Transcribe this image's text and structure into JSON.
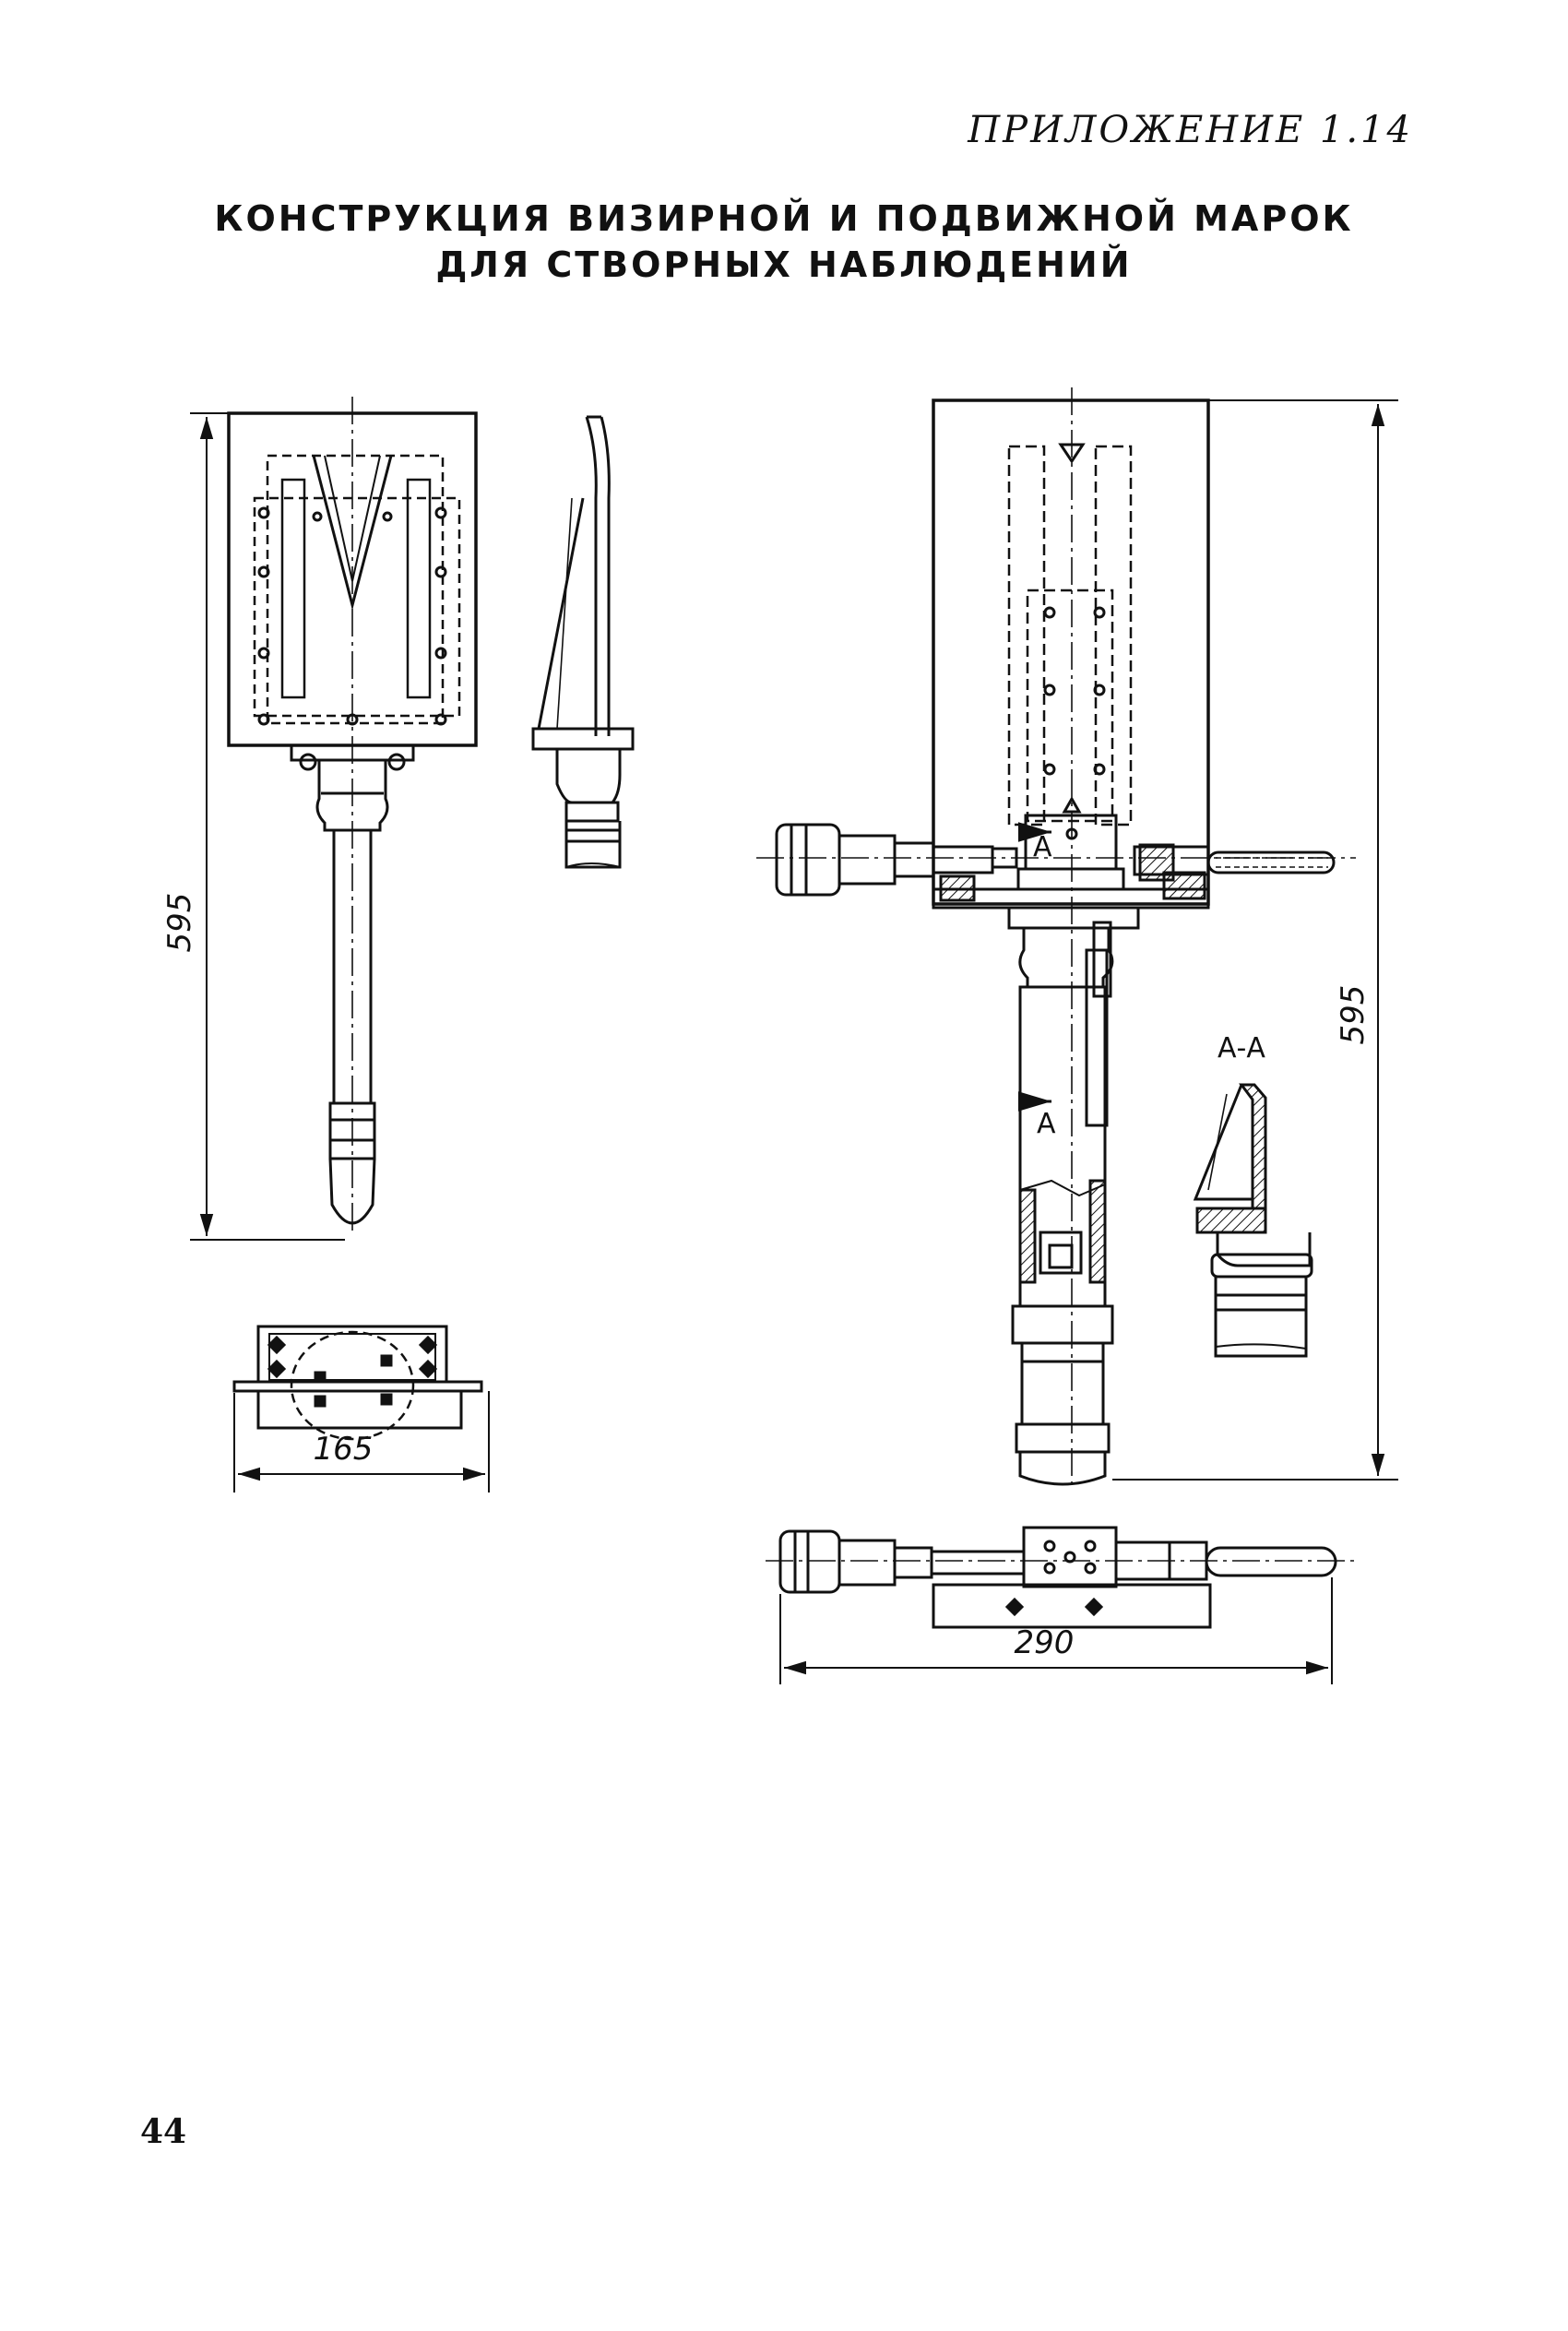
{
  "header": {
    "appendix": "ПРИЛОЖЕНИЕ 1.14",
    "title_line1": "КОНСТРУКЦИЯ ВИЗИРНОЙ И ПОДВИЖНОЙ МАРОК",
    "title_line2": "ДЛЯ СТВОРНЫХ НАБЛЮДЕНИЙ"
  },
  "dimensions": {
    "sight_height": "595",
    "sight_base_width": "165",
    "mobile_height": "595",
    "mobile_width": "290"
  },
  "labels": {
    "section_a": "А",
    "section_a_a": "А-А"
  },
  "footer": {
    "page_number": "44"
  }
}
